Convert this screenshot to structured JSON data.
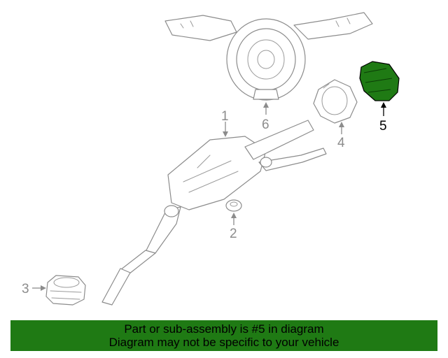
{
  "diagram": {
    "highlight_color": "#1f7a14",
    "callouts": [
      {
        "id": "1",
        "label": "1"
      },
      {
        "id": "2",
        "label": "2"
      },
      {
        "id": "3",
        "label": "3"
      },
      {
        "id": "4",
        "label": "4"
      },
      {
        "id": "5",
        "label": "5",
        "highlighted": true
      },
      {
        "id": "6",
        "label": "6"
      }
    ]
  },
  "banner": {
    "line1": "Part or sub-assembly is #5 in diagram",
    "line2": "Diagram may not be specific to your vehicle",
    "background": "#1f7a14"
  }
}
